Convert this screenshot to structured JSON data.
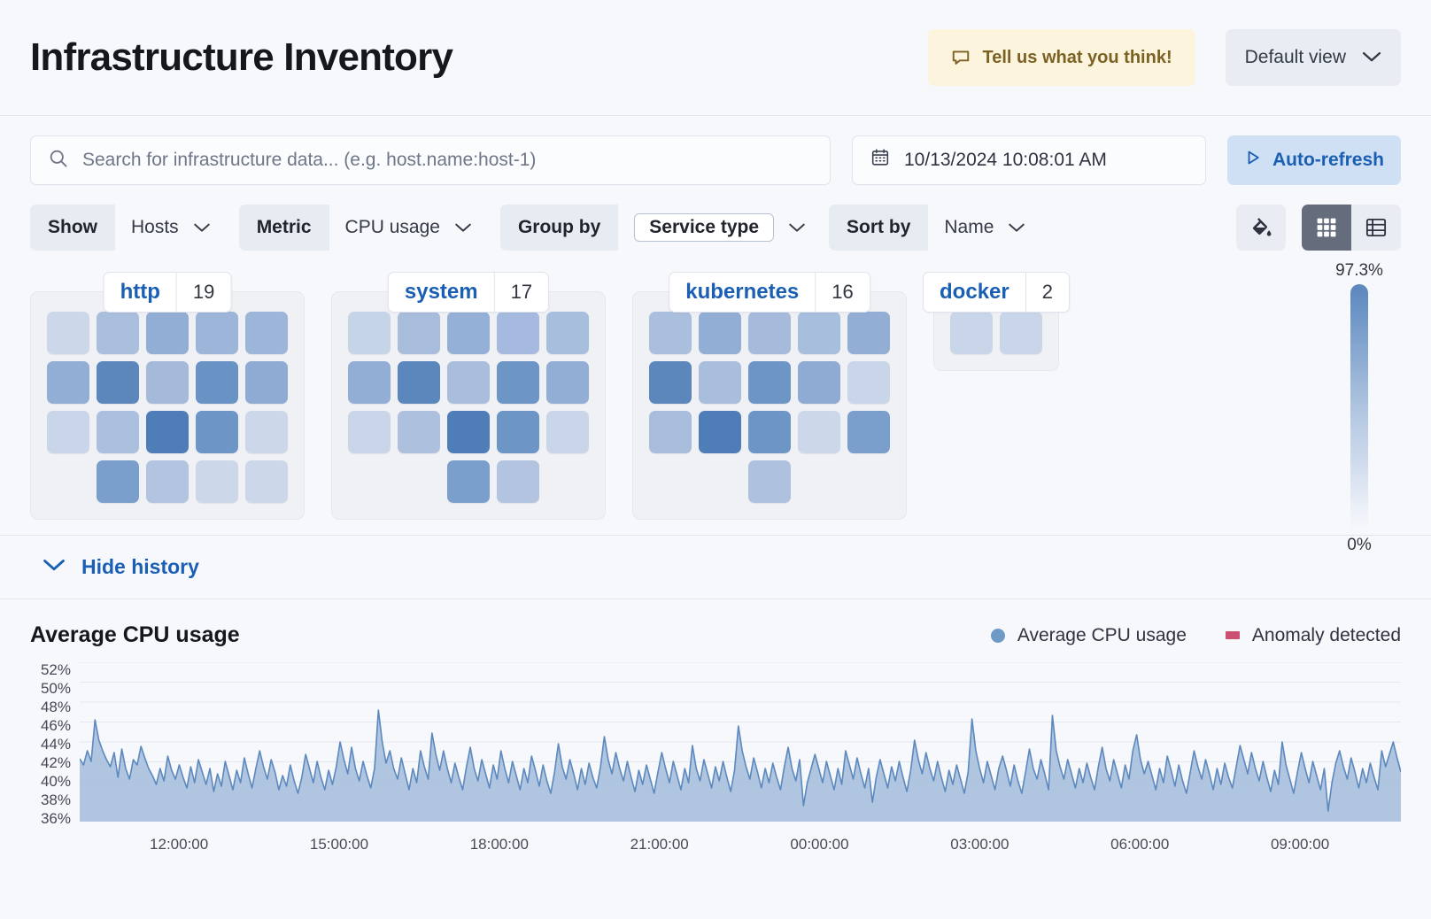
{
  "header": {
    "title": "Infrastructure Inventory",
    "feedback_label": "Tell us what you think!",
    "feedback_icon": "comment-icon",
    "view_label": "Default view",
    "view_icon": "chevron-down-icon"
  },
  "search": {
    "placeholder": "Search for infrastructure data... (e.g. host.name:host-1)",
    "icon": "search-icon"
  },
  "datepicker": {
    "value": "10/13/2024 10:08:01 AM",
    "icon": "calendar-icon"
  },
  "refresh": {
    "label": "Auto-refresh",
    "icon": "play-icon"
  },
  "filters": [
    {
      "label": "Show",
      "value": "Hosts",
      "boxed": false
    },
    {
      "label": "Metric",
      "value": "CPU usage",
      "boxed": false
    },
    {
      "label": "Group by",
      "value": "Service type",
      "boxed": true
    },
    {
      "label": "Sort by",
      "value": "Name",
      "boxed": false
    }
  ],
  "view_toggles": {
    "palette_icon": "paint-bucket-icon",
    "grid_icon": "grid-view-icon",
    "table_icon": "table-view-icon",
    "active": "grid-view-icon"
  },
  "legend_scale": {
    "max": "97.3%",
    "min": "0%"
  },
  "groups": [
    {
      "name": "http",
      "count": "19",
      "rows": [
        {
          "offset": 0,
          "tiles": [
            "#ccd8ea",
            "#aabfdd",
            "#93aed5",
            "#9cb5d8",
            "#9cb5d8"
          ]
        },
        {
          "offset": 0,
          "tiles": [
            "#93aed5",
            "#5c87bd",
            "#a5badb",
            "#6a93c5",
            "#90abd3"
          ]
        },
        {
          "offset": 0,
          "tiles": [
            "#c9d6e9",
            "#abc0de",
            "#4f7db7",
            "#6d95c6",
            "#ccd8ea"
          ]
        },
        {
          "offset": 1,
          "tiles": [
            "#7b9fcc",
            "#b2c4e0",
            "#ccd8ea",
            "#ccd8ea"
          ]
        }
      ]
    },
    {
      "name": "system",
      "count": "17",
      "rows": [
        {
          "offset": 0,
          "tiles": [
            "#c6d4e8",
            "#a8bddc",
            "#95b0d6",
            "#a5bade",
            "#a8bedd"
          ]
        },
        {
          "offset": 0,
          "tiles": [
            "#93aed5",
            "#5c87bd",
            "#a9bedd",
            "#6d95c6",
            "#93aed5"
          ]
        },
        {
          "offset": 0,
          "tiles": [
            "#c9d6e9",
            "#adc1de",
            "#4f7db7",
            "#6d95c6",
            "#c9d6e9"
          ]
        },
        {
          "offset": 2,
          "tiles": [
            "#7b9fcc",
            "#b2c4e0"
          ]
        }
      ]
    },
    {
      "name": "kubernetes",
      "count": "16",
      "rows": [
        {
          "offset": 0,
          "tiles": [
            "#aabfdd",
            "#93aed5",
            "#a6bbdc",
            "#a8bedd",
            "#93aed5"
          ]
        },
        {
          "offset": 0,
          "tiles": [
            "#5c87bd",
            "#a9bedd",
            "#6d95c6",
            "#90abd3",
            "#c9d6e9"
          ]
        },
        {
          "offset": 0,
          "tiles": [
            "#a8bddc",
            "#4f7db7",
            "#6d95c6",
            "#ccd8ea",
            "#7b9fcc"
          ]
        },
        {
          "offset": 2,
          "tiles": [
            "#aec2df"
          ]
        }
      ]
    },
    {
      "name": "docker",
      "count": "2",
      "rows": [
        {
          "offset": 0,
          "tiles": [
            "#c9d6e9",
            "#c9d6e9"
          ]
        }
      ]
    }
  ],
  "history_toggle": {
    "label": "Hide history",
    "icon": "chevron-down-icon"
  },
  "chart_data": {
    "type": "area",
    "title": "Average CPU usage",
    "xlabel": "",
    "ylabel": "",
    "grid": true,
    "legend_position": "top-right",
    "legend": [
      {
        "name": "Average CPU usage",
        "marker": "dot",
        "color": "#6f9ac8"
      },
      {
        "name": "Anomaly detected",
        "marker": "square",
        "color": "#cc4e70"
      }
    ],
    "yticks": [
      "36%",
      "38%",
      "40%",
      "42%",
      "44%",
      "46%",
      "48%",
      "50%",
      "52%"
    ],
    "ylim": [
      35,
      53
    ],
    "xticks": [
      "12:00:00",
      "15:00:00",
      "18:00:00",
      "21:00:00",
      "00:00:00",
      "03:00:00",
      "06:00:00",
      "09:00:00"
    ],
    "series": [
      {
        "name": "Average CPU usage",
        "color": "#6f9ac8",
        "values": [
          42.1,
          41.4,
          43.0,
          41.8,
          46.5,
          44.2,
          43.0,
          42.0,
          41.2,
          42.8,
          40.0,
          43.2,
          41.0,
          39.8,
          42.0,
          41.4,
          43.5,
          42.2,
          41.0,
          40.2,
          39.2,
          41.0,
          39.6,
          42.4,
          40.8,
          39.8,
          41.4,
          40.0,
          38.8,
          41.2,
          39.4,
          42.0,
          40.6,
          39.2,
          41.0,
          38.4,
          40.4,
          39.0,
          41.8,
          40.2,
          38.6,
          40.8,
          39.4,
          42.2,
          40.4,
          38.8,
          41.0,
          43.0,
          41.2,
          39.8,
          42.0,
          40.6,
          38.6,
          40.2,
          39.0,
          41.4,
          39.6,
          38.2,
          40.0,
          42.6,
          41.0,
          39.4,
          41.8,
          40.0,
          38.6,
          40.8,
          39.2,
          41.2,
          44.0,
          42.0,
          40.4,
          43.4,
          41.0,
          39.6,
          41.8,
          40.2,
          38.8,
          41.0,
          47.6,
          44.0,
          41.6,
          43.0,
          41.0,
          39.8,
          42.2,
          40.4,
          38.6,
          41.0,
          39.4,
          43.0,
          41.2,
          39.8,
          45.0,
          42.6,
          40.8,
          43.0,
          41.0,
          39.4,
          41.6,
          40.0,
          38.6,
          41.2,
          43.4,
          41.0,
          39.6,
          42.0,
          40.4,
          38.8,
          41.4,
          39.8,
          43.0,
          41.0,
          39.4,
          41.8,
          40.2,
          38.6,
          41.0,
          39.4,
          42.4,
          40.8,
          39.0,
          41.4,
          39.6,
          38.2,
          40.6,
          43.8,
          41.2,
          39.8,
          42.0,
          40.4,
          38.6,
          41.0,
          39.2,
          41.6,
          40.0,
          38.8,
          41.2,
          44.6,
          42.0,
          40.4,
          42.8,
          41.0,
          39.6,
          41.8,
          40.0,
          38.4,
          40.8,
          39.2,
          41.4,
          39.8,
          38.2,
          40.6,
          42.8,
          41.0,
          39.4,
          41.8,
          40.2,
          38.6,
          41.0,
          39.4,
          43.6,
          41.0,
          39.6,
          42.0,
          40.4,
          38.8,
          41.2,
          39.6,
          41.8,
          40.0,
          38.4,
          40.8,
          45.8,
          43.0,
          41.2,
          39.8,
          42.2,
          40.6,
          38.8,
          41.0,
          39.4,
          41.6,
          40.0,
          38.6,
          41.2,
          43.4,
          41.0,
          39.6,
          42.0,
          36.8,
          39.4,
          41.0,
          42.6,
          41.0,
          39.4,
          41.8,
          40.2,
          38.6,
          41.0,
          39.2,
          43.0,
          41.4,
          39.8,
          42.2,
          40.4,
          38.8,
          41.0,
          37.2,
          40.0,
          42.0,
          40.4,
          38.8,
          41.2,
          39.6,
          41.8,
          40.0,
          38.4,
          40.8,
          44.2,
          42.0,
          40.4,
          42.8,
          41.0,
          39.6,
          41.8,
          40.0,
          38.4,
          40.8,
          39.2,
          41.4,
          39.8,
          38.2,
          40.6,
          46.6,
          43.0,
          41.0,
          39.4,
          41.8,
          40.2,
          38.6,
          41.0,
          42.4,
          40.8,
          39.0,
          41.4,
          39.6,
          38.2,
          40.6,
          43.2,
          41.0,
          39.8,
          42.0,
          40.4,
          38.6,
          47.0,
          43.0,
          41.2,
          39.8,
          42.0,
          40.4,
          38.8,
          41.0,
          39.4,
          41.6,
          40.0,
          38.6,
          41.2,
          43.4,
          41.0,
          39.6,
          42.0,
          40.4,
          38.8,
          41.4,
          39.8,
          43.0,
          44.8,
          42.0,
          40.4,
          41.8,
          40.2,
          38.6,
          41.0,
          39.4,
          42.4,
          40.8,
          39.0,
          41.4,
          39.6,
          38.2,
          40.6,
          43.0,
          41.2,
          39.8,
          42.0,
          40.4,
          38.6,
          41.0,
          39.2,
          41.6,
          40.0,
          38.8,
          41.2,
          43.6,
          42.0,
          40.4,
          42.8,
          41.0,
          39.6,
          41.8,
          40.0,
          38.4,
          40.8,
          39.2,
          44.0,
          41.4,
          39.8,
          38.2,
          40.6,
          42.8,
          41.0,
          39.4,
          41.8,
          40.2,
          38.6,
          41.0,
          36.2,
          39.4,
          41.6,
          43.0,
          41.2,
          39.8,
          42.2,
          40.6,
          38.8,
          41.0,
          39.4,
          41.6,
          40.0,
          38.6,
          43.0,
          41.2,
          42.6,
          44.0,
          42.2,
          40.6
        ]
      }
    ]
  }
}
